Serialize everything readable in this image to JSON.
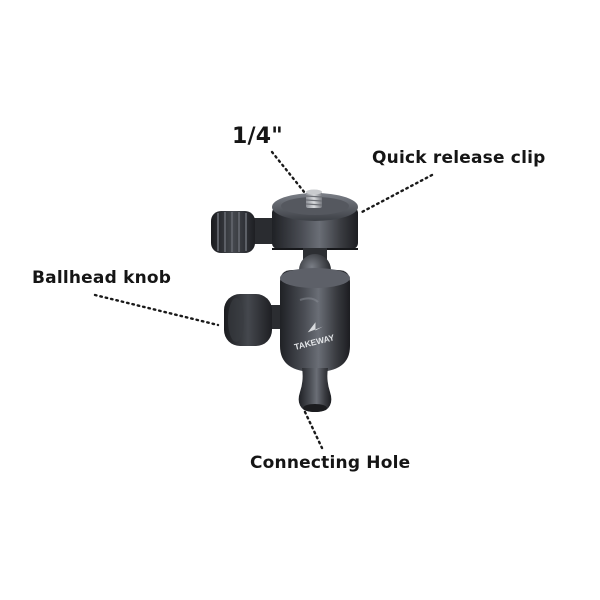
{
  "labels": {
    "thread_size": "1/4\"",
    "quick_release_clip": "Quick release clip",
    "ballhead_knob": "Ballhead knob",
    "connecting_hole": "Connecting Hole"
  },
  "brand": {
    "logo_text": "TAKEWAY"
  },
  "colors": {
    "background": "#ffffff",
    "metal_dark": "#2b2d31",
    "metal_mid": "#4a4d54",
    "metal_light": "#6d7179",
    "label_text": "#151515"
  }
}
